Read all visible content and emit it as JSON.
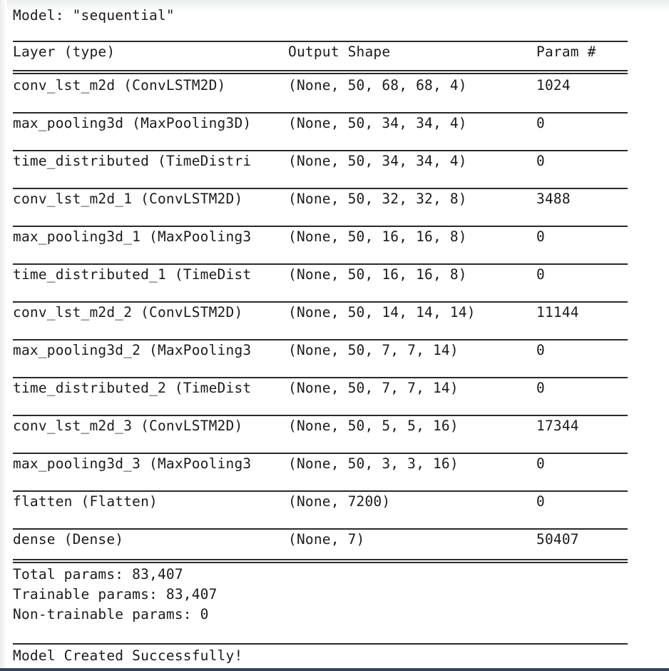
{
  "model": {
    "title": "Model: \"sequential\""
  },
  "table": {
    "headers": {
      "layer": "Layer (type)",
      "shape": "Output Shape",
      "param": "Param #"
    },
    "rows": [
      {
        "layer": "conv_lst_m2d (ConvLSTM2D)",
        "shape": "(None, 50, 68, 68, 4)",
        "param": "1024"
      },
      {
        "layer": "max_pooling3d (MaxPooling3D)",
        "shape": "(None, 50, 34, 34, 4)",
        "param": "0"
      },
      {
        "layer": "time_distributed (TimeDistri",
        "shape": "(None, 50, 34, 34, 4)",
        "param": "0"
      },
      {
        "layer": "conv_lst_m2d_1 (ConvLSTM2D)",
        "shape": "(None, 50, 32, 32, 8)",
        "param": "3488"
      },
      {
        "layer": "max_pooling3d_1 (MaxPooling3",
        "shape": "(None, 50, 16, 16, 8)",
        "param": "0"
      },
      {
        "layer": "time_distributed_1 (TimeDist",
        "shape": "(None, 50, 16, 16, 8)",
        "param": "0"
      },
      {
        "layer": "conv_lst_m2d_2 (ConvLSTM2D)",
        "shape": "(None, 50, 14, 14, 14)",
        "param": "11144"
      },
      {
        "layer": "max_pooling3d_2 (MaxPooling3",
        "shape": "(None, 50, 7, 7, 14)",
        "param": "0"
      },
      {
        "layer": "time_distributed_2 (TimeDist",
        "shape": "(None, 50, 7, 7, 14)",
        "param": "0"
      },
      {
        "layer": "conv_lst_m2d_3 (ConvLSTM2D)",
        "shape": "(None, 50, 5, 5, 16)",
        "param": "17344"
      },
      {
        "layer": "max_pooling3d_3 (MaxPooling3",
        "shape": "(None, 50, 3, 3, 16)",
        "param": "0"
      },
      {
        "layer": "flatten (Flatten)",
        "shape": "(None, 7200)",
        "param": "0"
      },
      {
        "layer": "dense (Dense)",
        "shape": "(None, 7)",
        "param": "50407"
      }
    ]
  },
  "totals": {
    "total": "Total params: 83,407",
    "trainable": "Trainable params: 83,407",
    "non_trainable": "Non-trainable params: 0"
  },
  "footer": {
    "message": "Model Created Successfully!"
  },
  "colors": {
    "text": "#1b1b1b",
    "rule": "#2a2a2a",
    "bottom_bar": "#33415c",
    "background": "#ffffff"
  }
}
